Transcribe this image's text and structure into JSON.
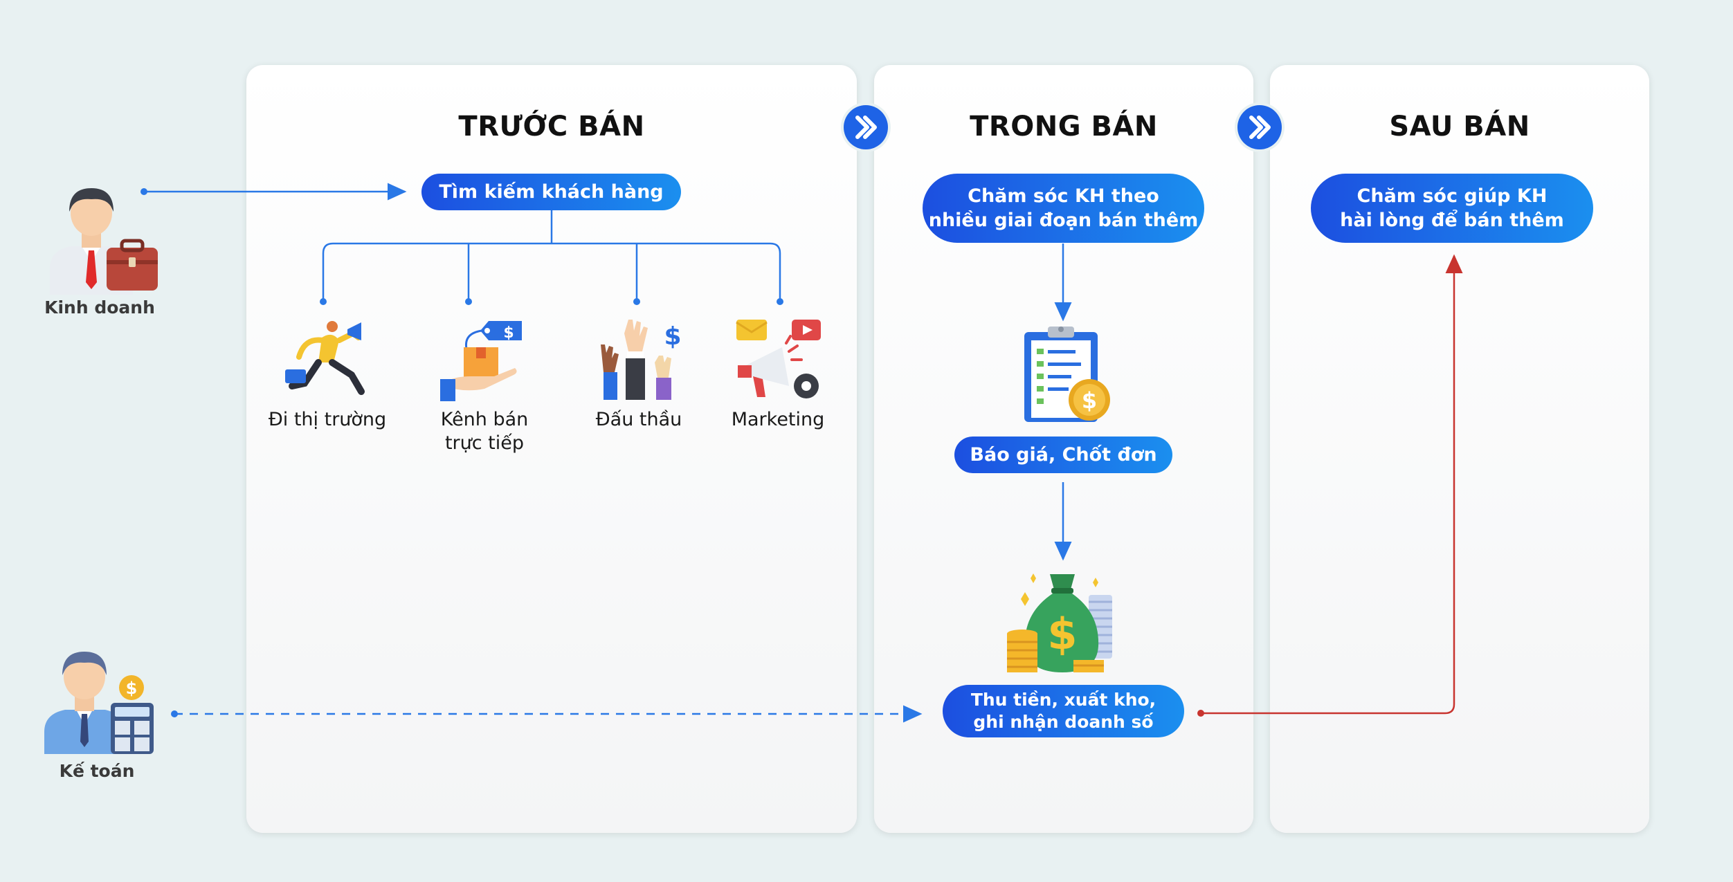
{
  "roles": {
    "sales": {
      "label": "Kinh doanh",
      "icon": "salesman-icon"
    },
    "accountant": {
      "label": "Kế toán",
      "icon": "accountant-icon"
    }
  },
  "stages": [
    {
      "title": "TRƯỚC BÁN"
    },
    {
      "title": "TRONG BÁN"
    },
    {
      "title": "SAU BÁN"
    }
  ],
  "nodes": {
    "find_customers": "Tìm kiếm khách hàng",
    "care_stages": "Chăm sóc KH theo\nnhiều giai đoạn bán thêm",
    "quote_close": "Báo giá, Chốt đơn",
    "collect_payment": "Thu tiền, xuất kho,\nghi nhận doanh số",
    "post_care": "Chăm sóc giúp KH\nhài lòng để bán thêm"
  },
  "channels": [
    {
      "label": "Đi thị trường",
      "icon": "running-man-megaphone-icon"
    },
    {
      "label": "Kênh bán\ntrực tiếp",
      "icon": "hand-box-price-tag-icon"
    },
    {
      "label": "Đấu thầu",
      "icon": "raised-hands-bidding-icon"
    },
    {
      "label": "Marketing",
      "icon": "megaphone-marketing-icon"
    }
  ],
  "icons": {
    "quote": "clipboard-dollar-icon",
    "revenue": "money-bag-coins-icon",
    "chevron": "double-chevron-right-icon"
  },
  "colors": {
    "background": "#e8f1f2",
    "accent_blue": "#1e63e6",
    "connector_blue": "#2a78e6",
    "connector_red": "#c8342f"
  }
}
